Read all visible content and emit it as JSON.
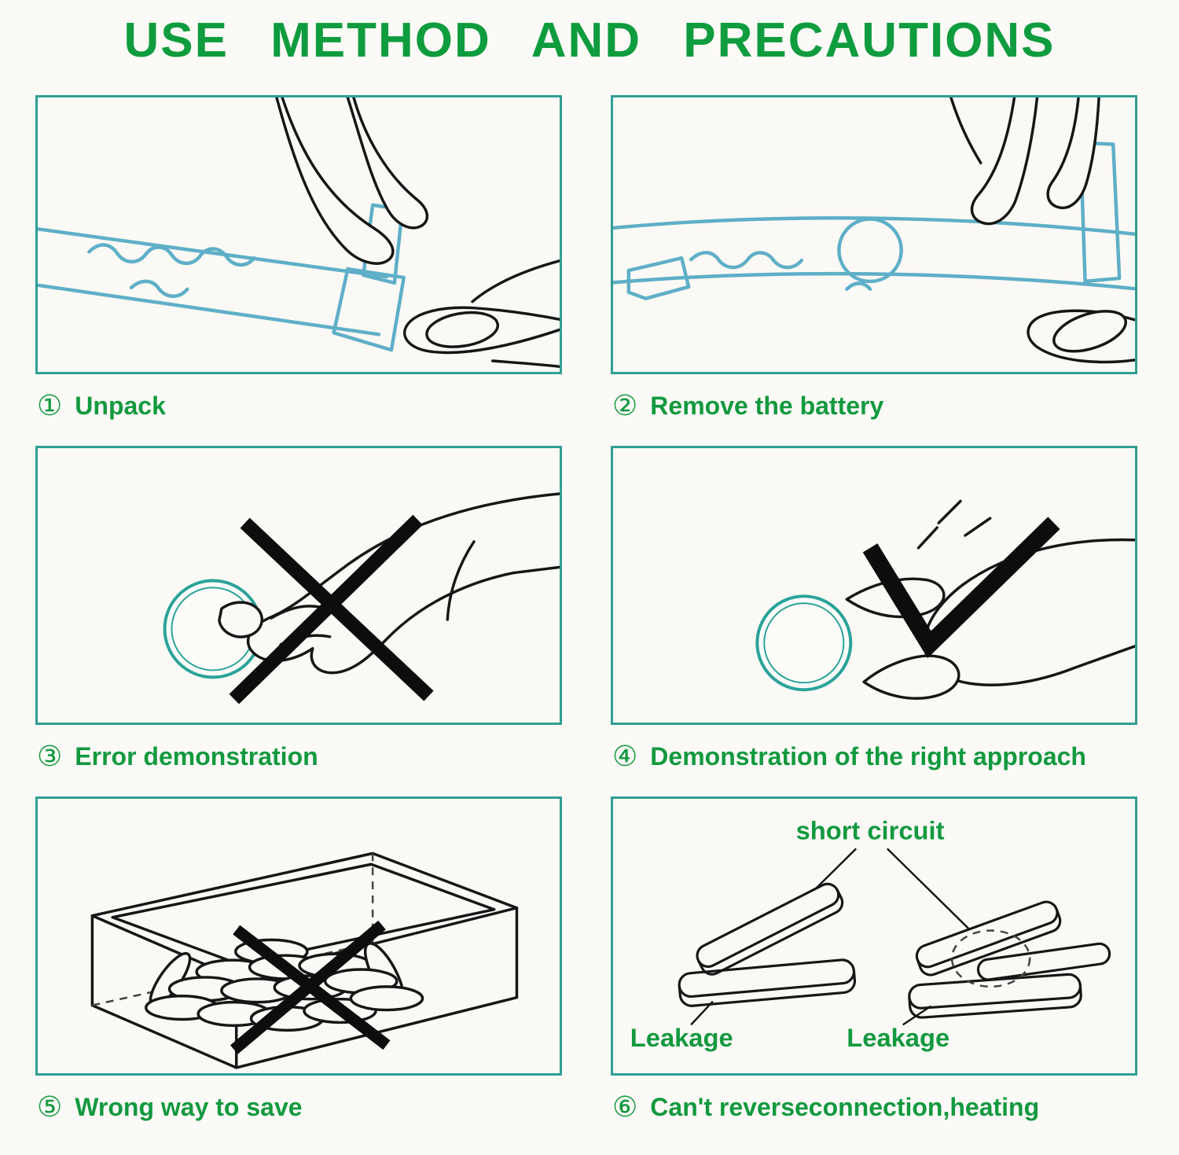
{
  "title": "USE METHOD AND PRECAUTIONS",
  "colors": {
    "title_green": "#0f9c3e",
    "caption_green": "#12993f",
    "panel_border_teal": "#2f9f93",
    "strip_line_blue": "#5eafc7",
    "coin_ring_teal": "#2aa39a",
    "ink_black": "#161616"
  },
  "panels": [
    {
      "number": "①",
      "caption": "Unpack",
      "illustration": "hand-peeling-battery-strip"
    },
    {
      "number": "②",
      "caption": "Remove the battery",
      "illustration": "hand-removing-battery-from-strip"
    },
    {
      "number": "③",
      "caption": "Error demonstration",
      "illustration": "hand-pinching-coin-cell-crossed-out"
    },
    {
      "number": "④",
      "caption": "Demonstration of the right approach",
      "illustration": "hand-holding-coin-cell-by-edge-checked"
    },
    {
      "number": "⑤",
      "caption": "Wrong way to save",
      "illustration": "box-of-loose-coin-cells-crossed-out"
    },
    {
      "number": "⑥",
      "caption": "Can't reverseconnection,heating",
      "labels": {
        "short_circuit": "short circuit",
        "leakage_left": "Leakage",
        "leakage_right": "Leakage"
      },
      "illustration": "stacked-batteries-short-circuit-leakage"
    }
  ]
}
